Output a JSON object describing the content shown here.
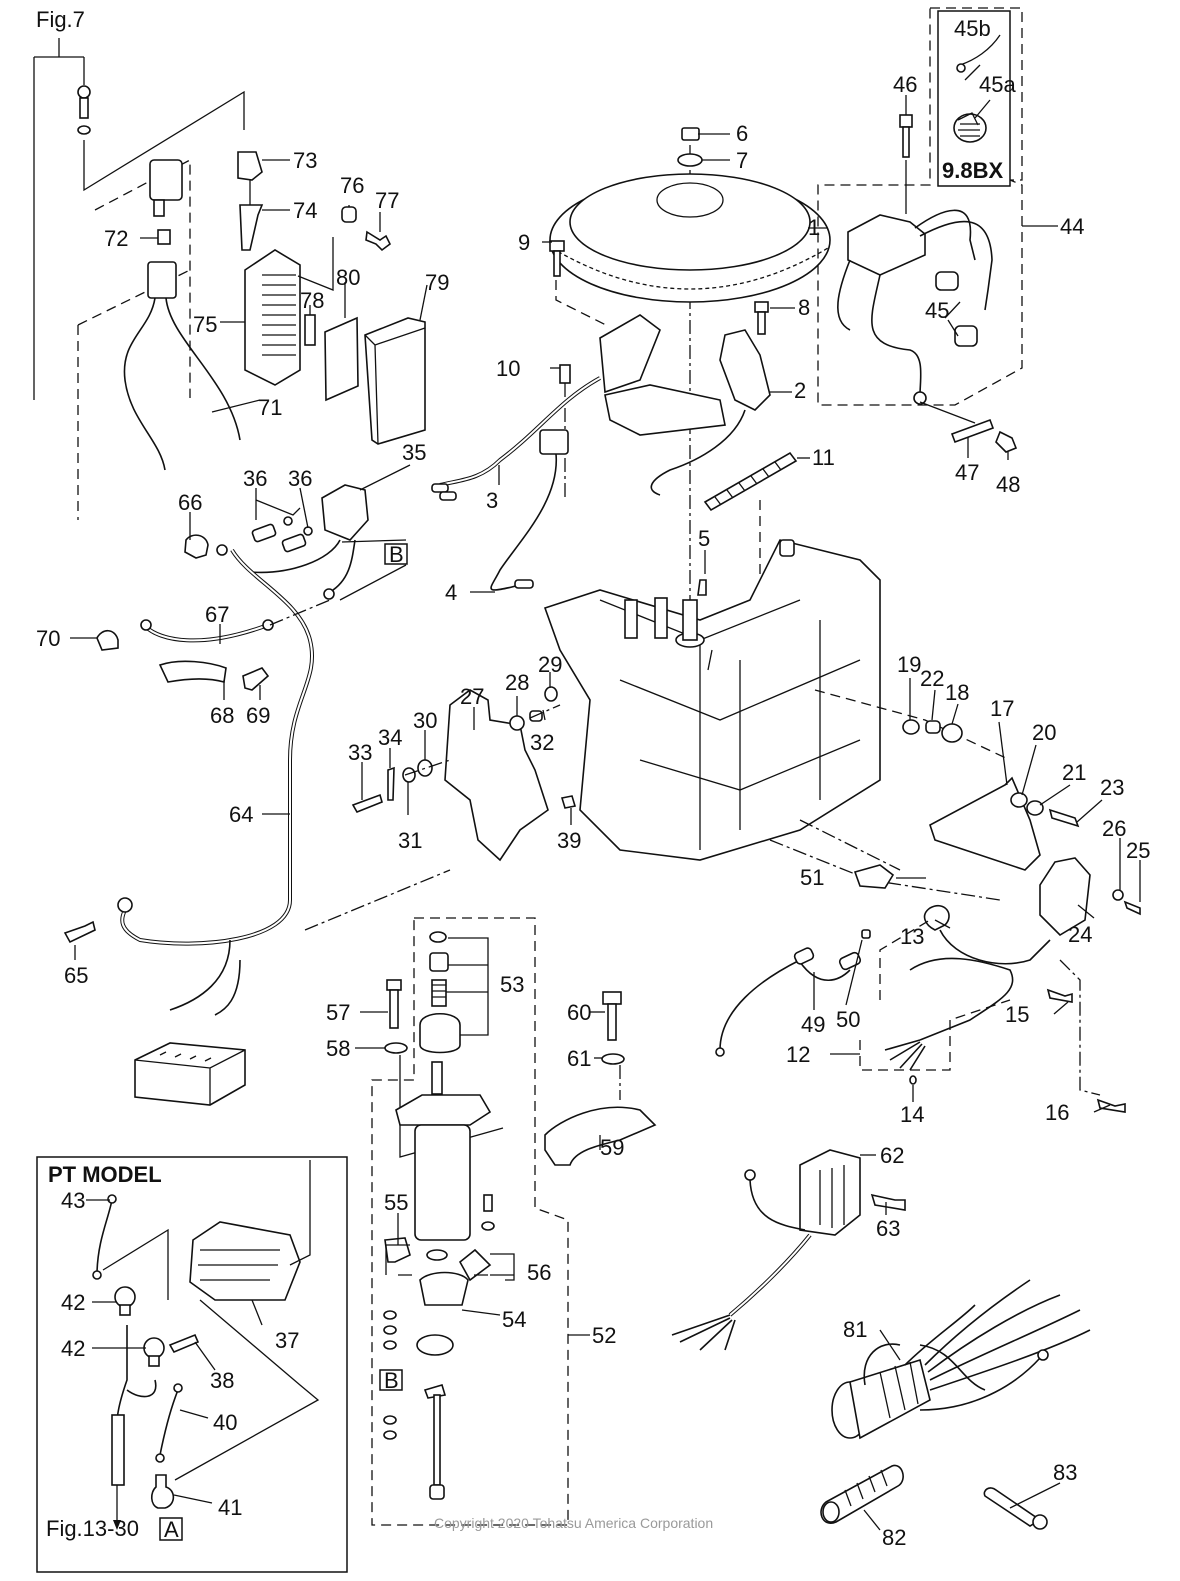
{
  "figure": {
    "ref_top": "Fig.7",
    "ref_bottom": "Fig.13-30",
    "ref_bottom_box": "A",
    "connector_box_b": "B",
    "inset_model_title": "PT   MODEL",
    "inset_variant_title": "9.8BX",
    "copyright": "Copyright 2020 Tohatsu America Corporation"
  },
  "callouts": {
    "c1": "1",
    "c2": "2",
    "c3": "3",
    "c4": "4",
    "c5": "5",
    "c6": "6",
    "c7": "7",
    "c8": "8",
    "c9": "9",
    "c10": "10",
    "c11": "11",
    "c12": "12",
    "c13": "13",
    "c14": "14",
    "c15": "15",
    "c16": "16",
    "c17": "17",
    "c18": "18",
    "c19": "19",
    "c20": "20",
    "c21": "21",
    "c22": "22",
    "c23": "23",
    "c24": "24",
    "c25": "25",
    "c26": "26",
    "c27": "27",
    "c28": "28",
    "c29": "29",
    "c30": "30",
    "c31": "31",
    "c32": "32",
    "c33": "33",
    "c34": "34",
    "c35": "35",
    "c36a": "36",
    "c36b": "36",
    "c37": "37",
    "c38": "38",
    "c39": "39",
    "c40": "40",
    "c41": "41",
    "c42a": "42",
    "c42b": "42",
    "c43": "43",
    "c44": "44",
    "c45": "45",
    "c45a": "45a",
    "c45b": "45b",
    "c46": "46",
    "c47": "47",
    "c48": "48",
    "c49": "49",
    "c50": "50",
    "c51": "51",
    "c52": "52",
    "c53": "53",
    "c54": "54",
    "c55": "55",
    "c56": "56",
    "c57": "57",
    "c58": "58",
    "c59": "59",
    "c60": "60",
    "c61": "61",
    "c62": "62",
    "c63": "63",
    "c64": "64",
    "c65": "65",
    "c66": "66",
    "c67": "67",
    "c68": "68",
    "c69": "69",
    "c70": "70",
    "c71": "71",
    "c72": "72",
    "c73": "73",
    "c74": "74",
    "c75": "75",
    "c76": "76",
    "c77": "77",
    "c78": "78",
    "c79": "79",
    "c80": "80",
    "c81": "81",
    "c82": "82",
    "c83": "83"
  }
}
